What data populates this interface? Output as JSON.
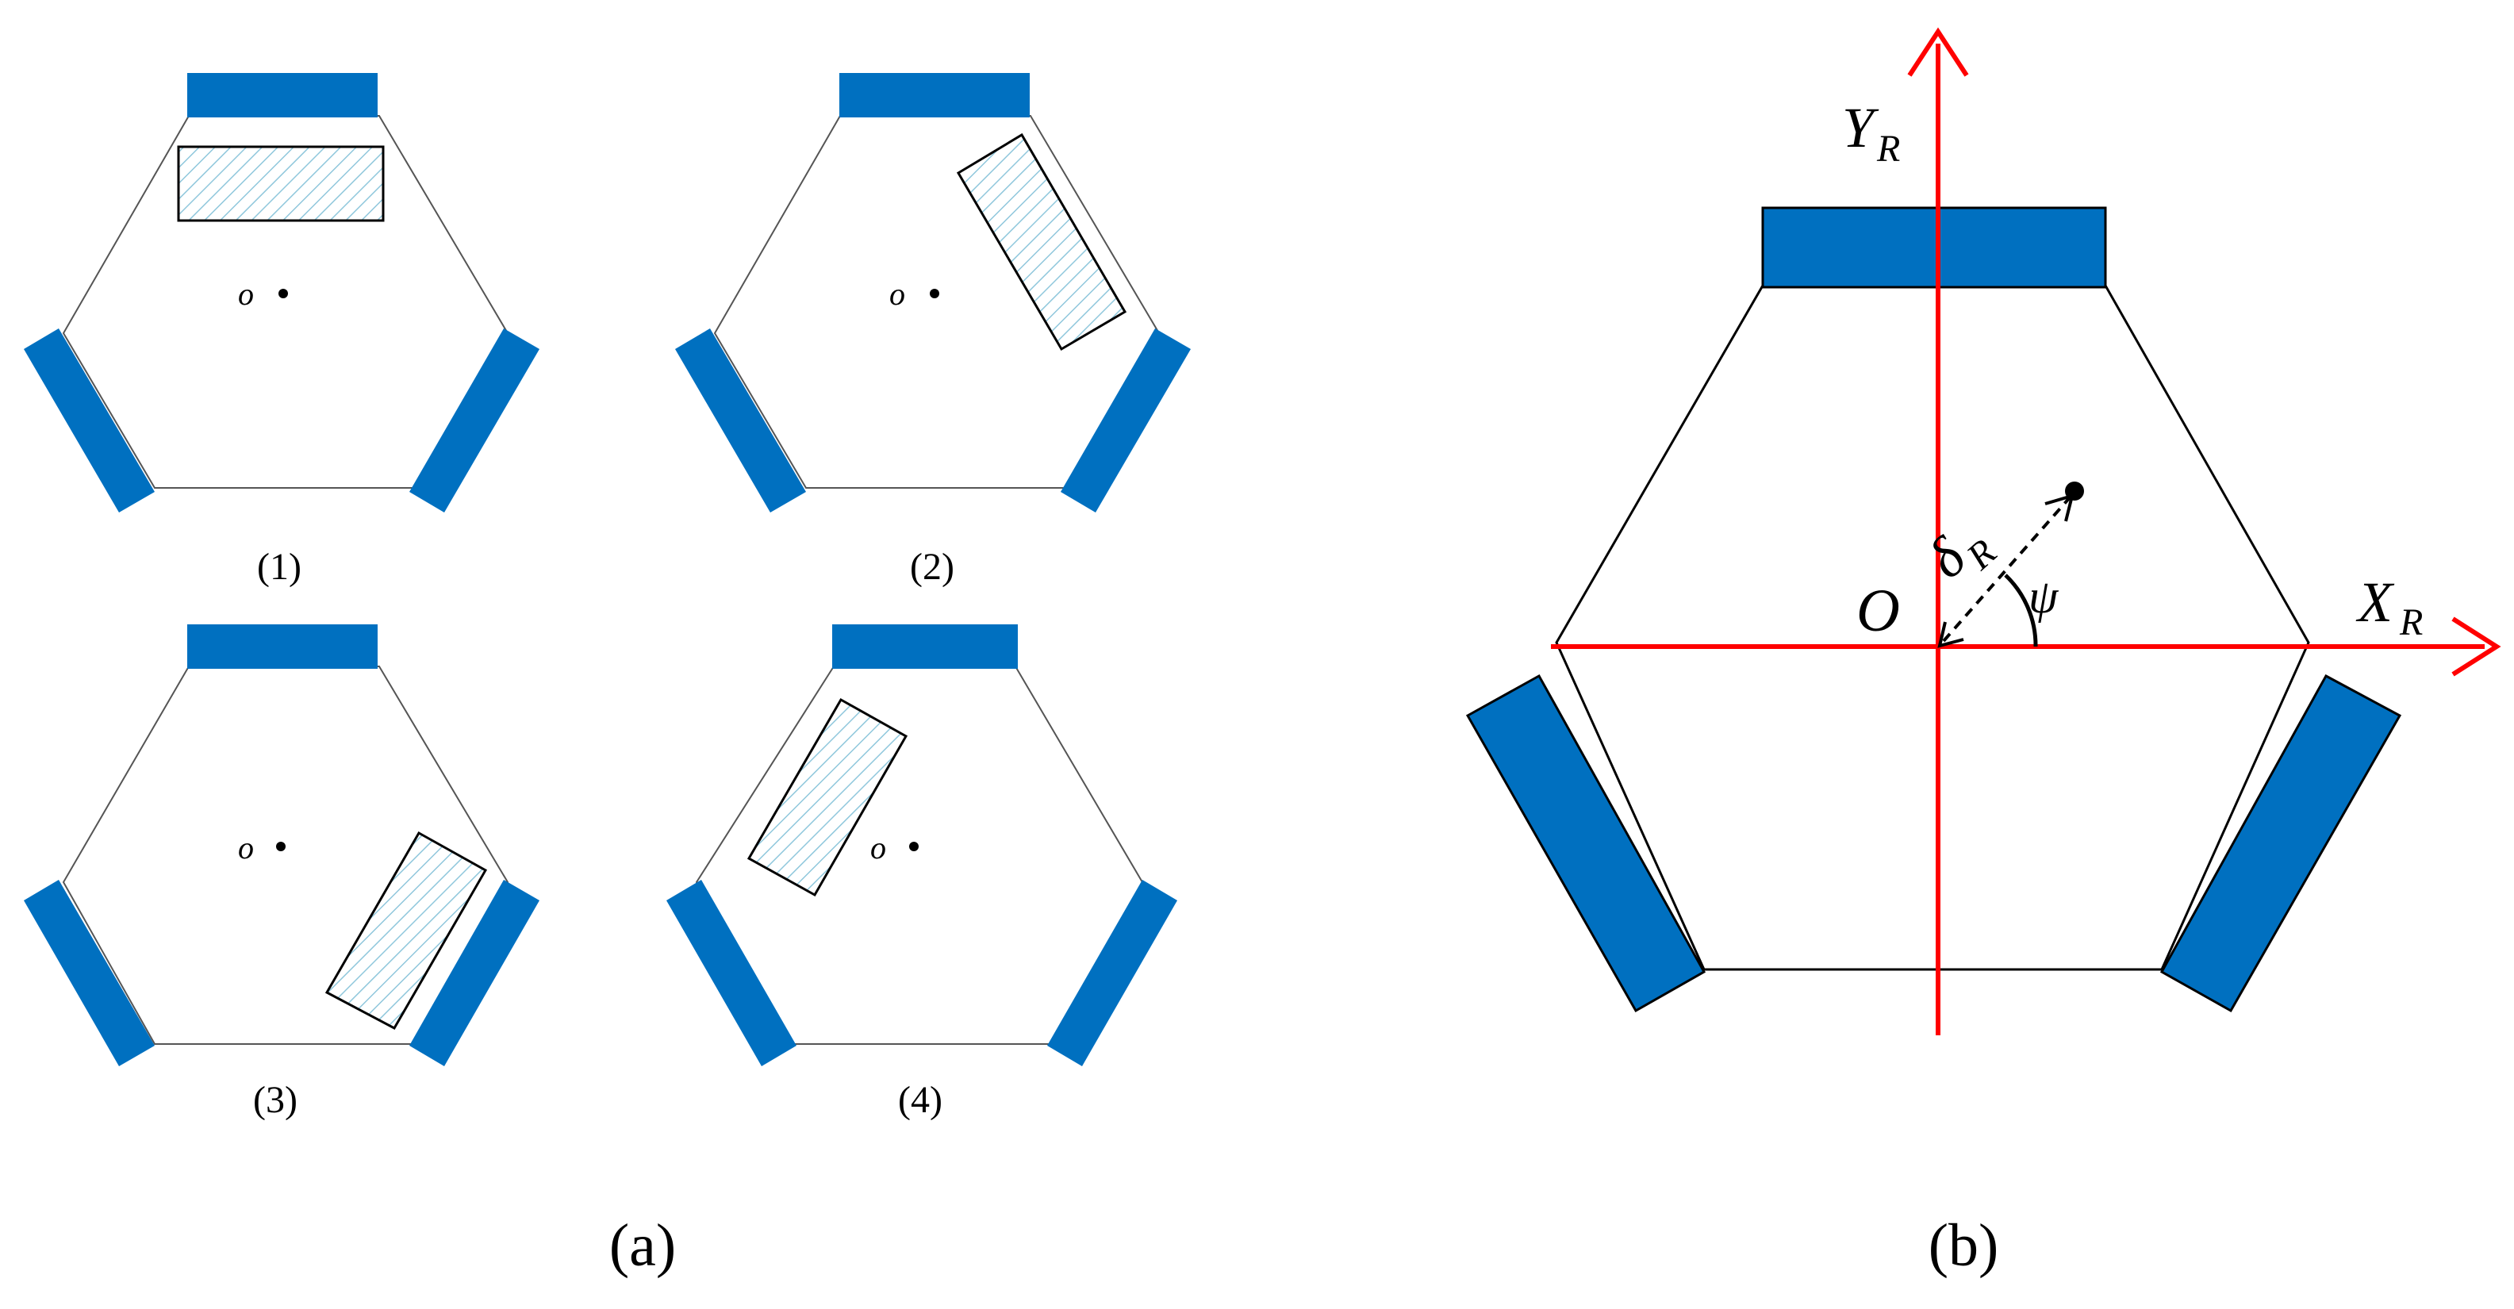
{
  "panel_a": {
    "caption": "(a)",
    "subfigures": [
      {
        "label": "(1)",
        "origin_label": "o",
        "payload_position": "top"
      },
      {
        "label": "(2)",
        "origin_label": "o",
        "payload_position": "right"
      },
      {
        "label": "(3)",
        "origin_label": "o",
        "payload_position": "bottom-right"
      },
      {
        "label": "(4)",
        "origin_label": "o",
        "payload_position": "left"
      }
    ]
  },
  "panel_b": {
    "caption": "(b)",
    "axis_y_label": "Y",
    "axis_y_sub": "R",
    "axis_x_label": "X",
    "axis_x_sub": "R",
    "origin_label": "O",
    "offset_label": "δ",
    "offset_sub": "R",
    "angle_label": "ψ"
  },
  "colors": {
    "wheel": "#0070c0",
    "axis": "#ff0000",
    "hatch": "#9ecae1",
    "outline": "#000000"
  }
}
